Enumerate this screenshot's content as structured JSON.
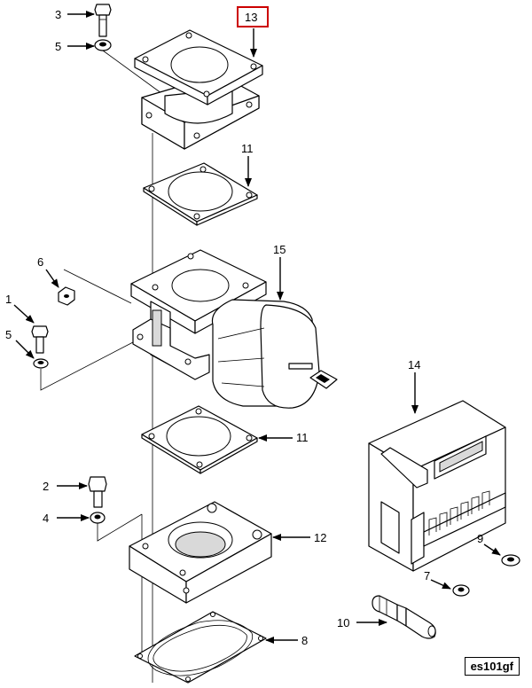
{
  "callouts": [
    {
      "id": "c13",
      "number": "13",
      "highlighted": true
    },
    {
      "id": "c3",
      "number": "3"
    },
    {
      "id": "c5a",
      "number": "5"
    },
    {
      "id": "c11a",
      "number": "11"
    },
    {
      "id": "c15",
      "number": "15"
    },
    {
      "id": "c6",
      "number": "6"
    },
    {
      "id": "c1",
      "number": "1"
    },
    {
      "id": "c5b",
      "number": "5"
    },
    {
      "id": "c14",
      "number": "14"
    },
    {
      "id": "c11b",
      "number": "11"
    },
    {
      "id": "c2",
      "number": "2"
    },
    {
      "id": "c4",
      "number": "4"
    },
    {
      "id": "c12",
      "number": "12"
    },
    {
      "id": "c9",
      "number": "9"
    },
    {
      "id": "c7",
      "number": "7"
    },
    {
      "id": "c10",
      "number": "10"
    },
    {
      "id": "c8",
      "number": "8"
    }
  ],
  "reference_label": "es101gf",
  "highlight_color": "#cc0000"
}
